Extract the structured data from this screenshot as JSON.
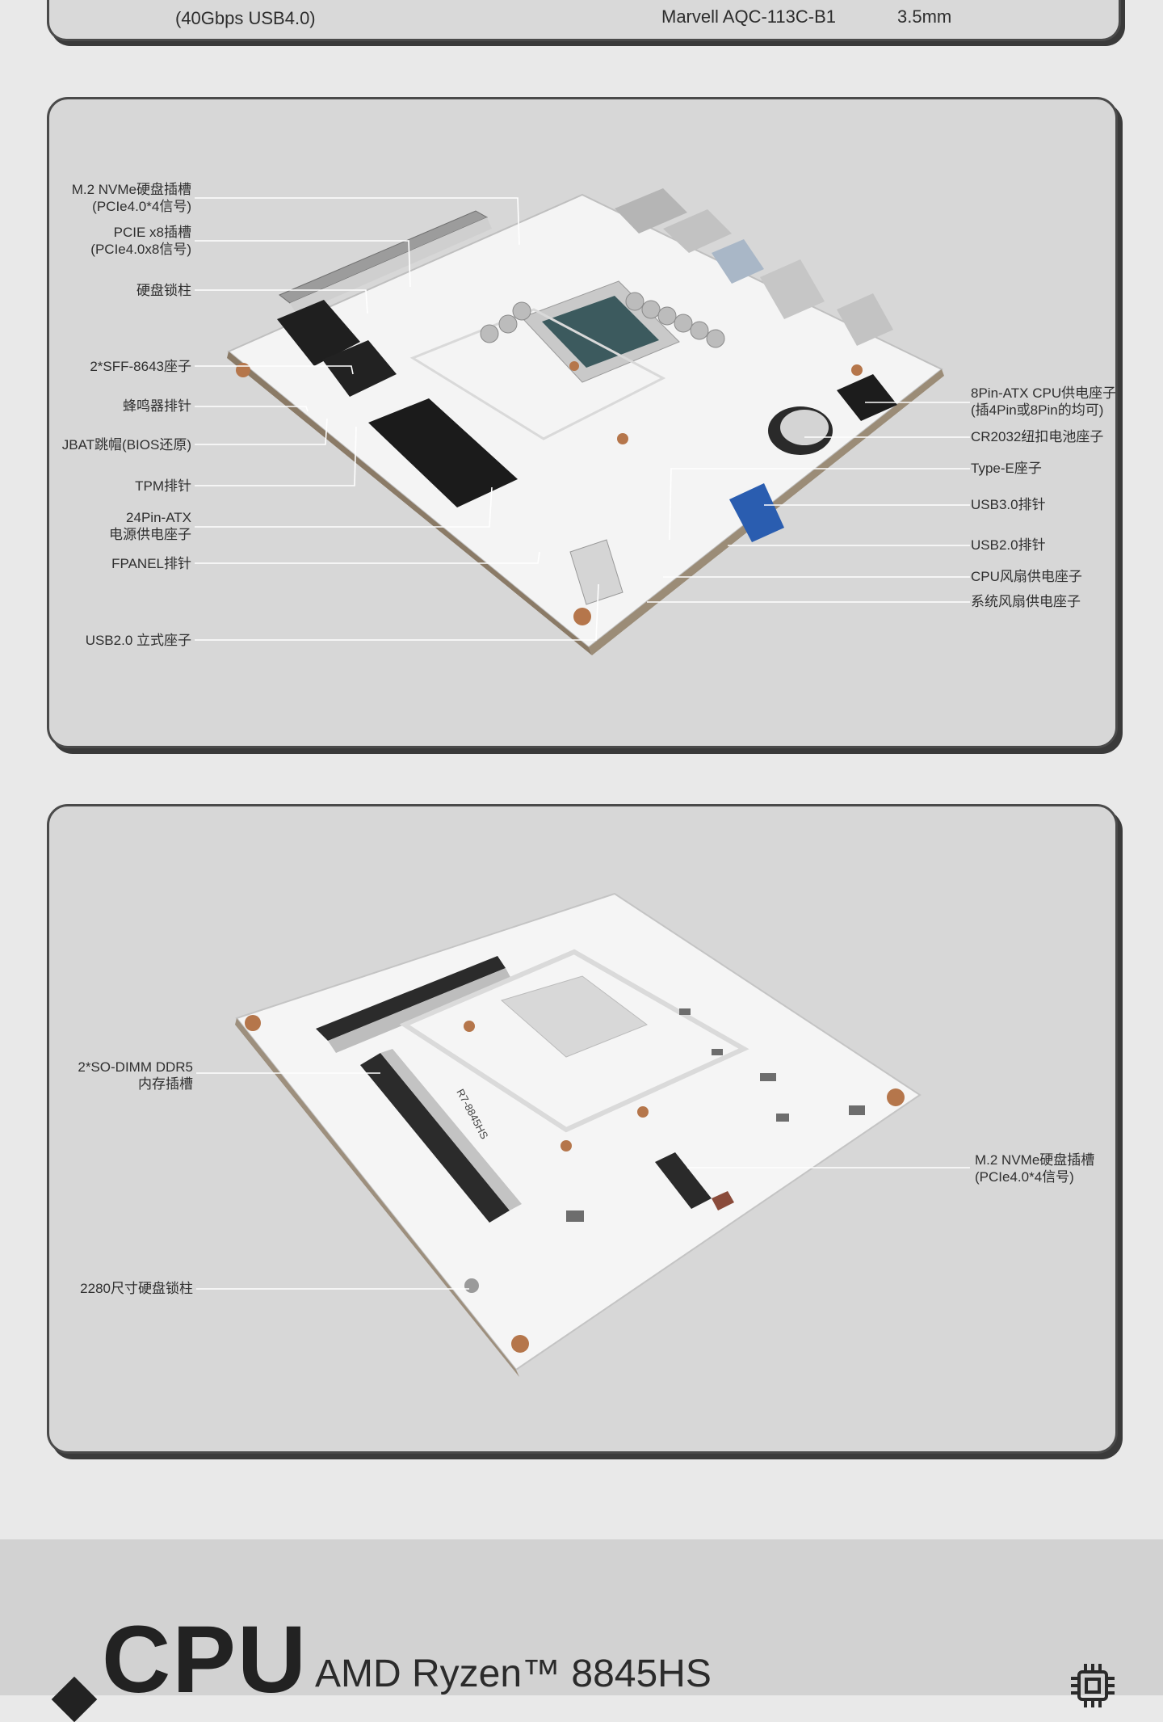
{
  "spec_row": {
    "usb4_detail": "(40Gbps USB4.0)",
    "nic": "Marvell AQC-113C-B1",
    "audio": "3.5mm"
  },
  "top_board": {
    "left_labels": [
      {
        "lines": [
          "M.2 NVMe硬盘插槽",
          "(PCIe4.0*4信号)"
        ]
      },
      {
        "lines": [
          "PCIE x8插槽",
          "(PCIe4.0x8信号)"
        ]
      },
      {
        "lines": [
          "硬盘锁柱"
        ]
      },
      {
        "lines": [
          "2*SFF-8643座子"
        ]
      },
      {
        "lines": [
          "蜂鸣器排针"
        ]
      },
      {
        "lines": [
          "JBAT跳帽(BIOS还原)"
        ]
      },
      {
        "lines": [
          "TPM排针"
        ]
      },
      {
        "lines": [
          "24Pin-ATX",
          "电源供电座子"
        ]
      },
      {
        "lines": [
          "FPANEL排针"
        ]
      },
      {
        "lines": [
          "USB2.0 立式座子"
        ]
      }
    ],
    "right_labels": [
      {
        "lines": [
          "8Pin-ATX CPU供电座子",
          "(插4Pin或8Pin的均可)"
        ]
      },
      {
        "lines": [
          "CR2032纽扣电池座子"
        ]
      },
      {
        "lines": [
          "Type-E座子"
        ]
      },
      {
        "lines": [
          "USB3.0排针"
        ]
      },
      {
        "lines": [
          "USB2.0排针"
        ]
      },
      {
        "lines": [
          "CPU风扇供电座子"
        ]
      },
      {
        "lines": [
          "系统风扇供电座子"
        ]
      }
    ]
  },
  "bottom_board": {
    "left_labels": [
      {
        "lines": [
          "2*SO-DIMM DDR5",
          "内存插槽"
        ]
      },
      {
        "lines": [
          "2280尺寸硬盘锁柱"
        ]
      }
    ],
    "right_labels": [
      {
        "lines": [
          "M.2 NVMe硬盘插槽",
          "(PCIe4.0*4信号)"
        ]
      }
    ],
    "silkscreen": "R7-8845HS"
  },
  "cpu": {
    "heading": "CPU",
    "model": "AMD Ryzen™ 8845HS",
    "icon": "chip-icon"
  }
}
